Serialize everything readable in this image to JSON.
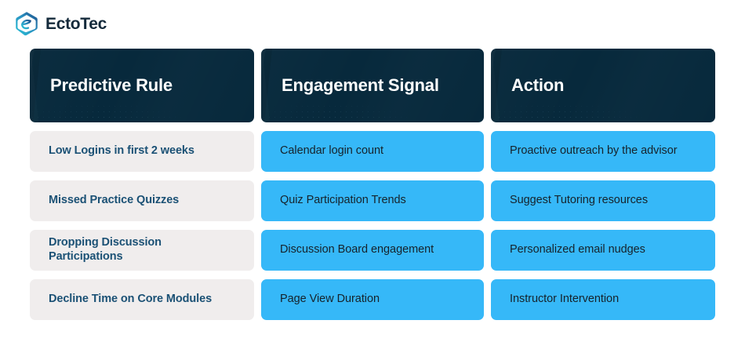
{
  "brand": {
    "name": "EctoTec",
    "logo_icon": "hexagon-e-logo-icon",
    "colors": {
      "logo_gradient_start": "#2AC4D8",
      "logo_gradient_end": "#1B4C86",
      "wordmark": "#142A3B"
    }
  },
  "colors": {
    "header_bg": "#07293C",
    "header_text": "#FFFFFF",
    "rule_cell_bg": "#F0EDED",
    "rule_cell_text": "#1B5175",
    "blue_cell_bg": "#36B8F8",
    "blue_cell_text": "#16222B",
    "page_bg": "#FFFFFF"
  },
  "table": {
    "headers": [
      {
        "label": "Predictive Rule"
      },
      {
        "label": "Engagement Signal"
      },
      {
        "label": "Action"
      }
    ],
    "rows": [
      {
        "rule": "Low Logins in first 2 weeks",
        "signal": "Calendar login count",
        "action": "Proactive outreach by the advisor"
      },
      {
        "rule": "Missed Practice Quizzes",
        "signal": "Quiz Participation Trends",
        "action": "Suggest Tutoring resources"
      },
      {
        "rule": "Dropping Discussion Participations",
        "signal": "Discussion Board engagement",
        "action": "Personalized email nudges"
      },
      {
        "rule": "Decline Time on Core Modules",
        "signal": "Page View Duration",
        "action": "Instructor Intervention"
      }
    ]
  }
}
